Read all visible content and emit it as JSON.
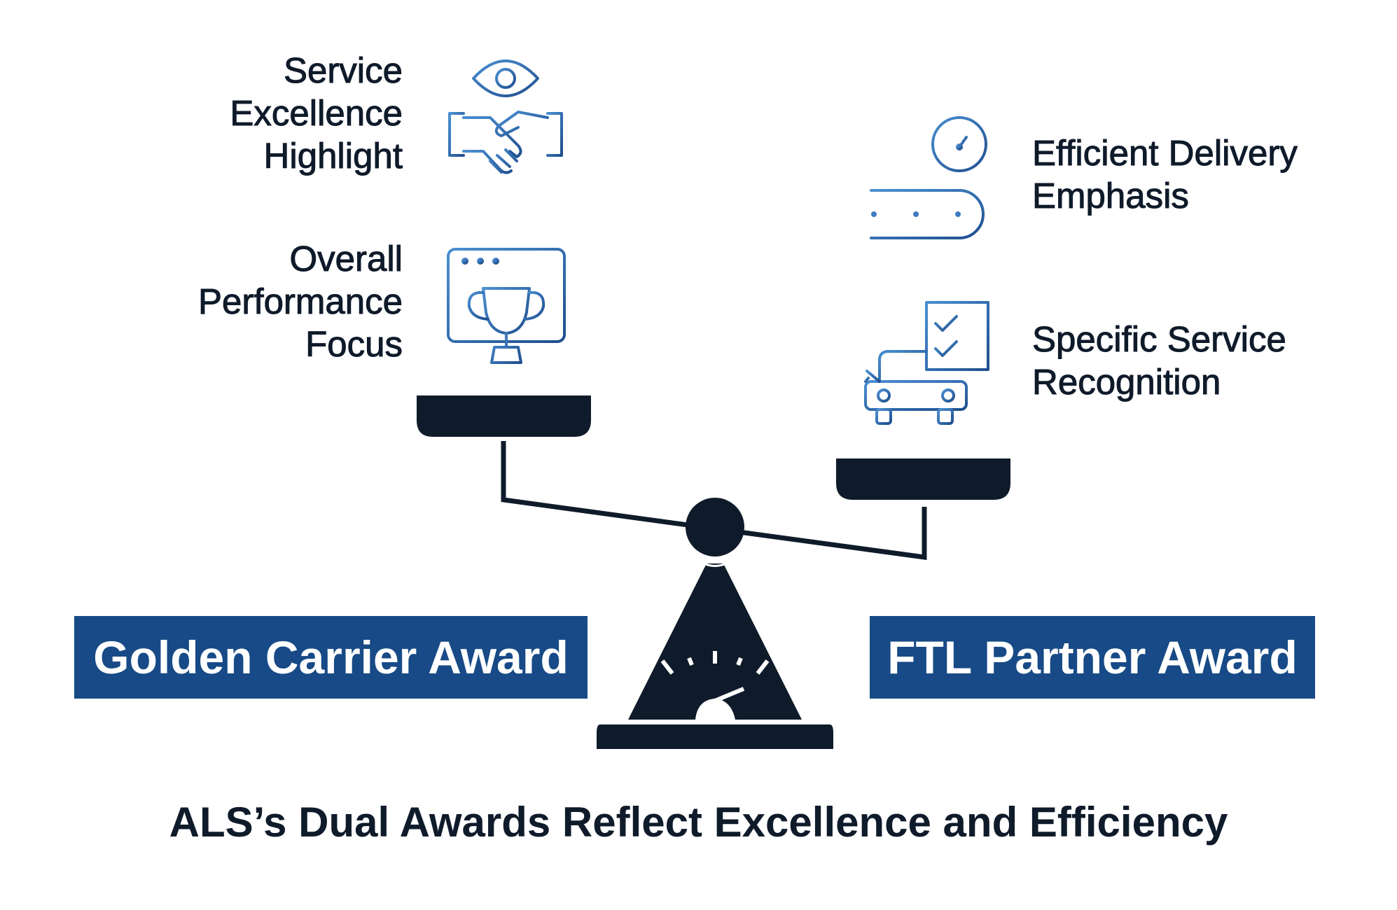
{
  "labels": {
    "service": [
      "Service",
      "Excellence",
      "Highlight"
    ],
    "overall": [
      "Overall",
      "Performance",
      "Focus"
    ],
    "efficient": [
      "Efficient Delivery",
      "Emphasis"
    ],
    "specific": [
      "Specific Service",
      "Recognition"
    ]
  },
  "awards": {
    "left": "Golden Carrier Award",
    "right": "FTL Partner Award"
  },
  "caption": "ALS’s Dual Awards Reflect Excellence and Efficiency",
  "colors": {
    "award_bg": "#174a86",
    "dark": "#0f1b2a",
    "icon_stroke": "#3f7bbf"
  },
  "icons": [
    "eye-handshake-icon",
    "trophy-window-icon",
    "timer-conveyor-icon",
    "truck-checklist-icon",
    "gauge-icon"
  ]
}
